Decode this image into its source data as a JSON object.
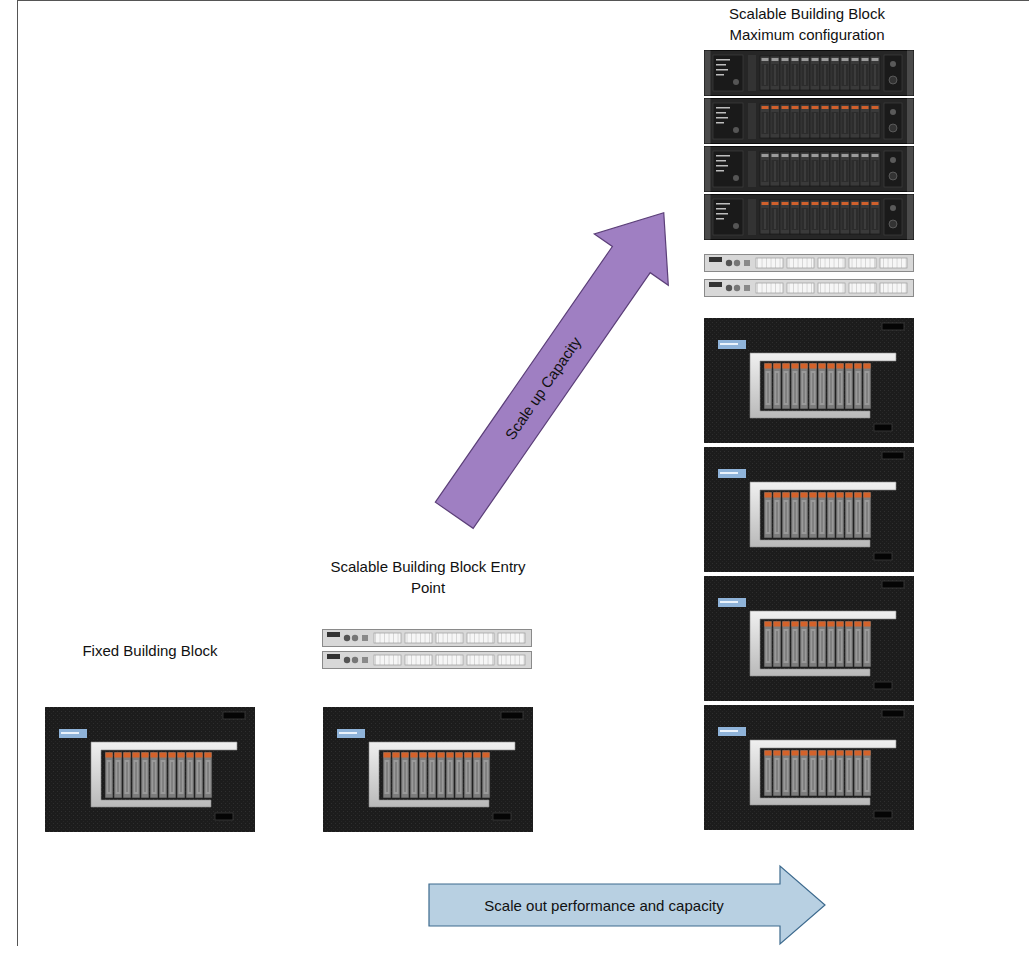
{
  "diagram": {
    "nodes": [
      {
        "text": [
          "Scale up Capacity"
        ]
      },
      {
        "text": [
          "Scale out performance and capacity"
        ]
      }
    ],
    "labels": [
      "Scalable Building Block Maximum configuration",
      "Scalable Building Block Entry Point",
      "Fixed Building Block"
    ]
  }
}
